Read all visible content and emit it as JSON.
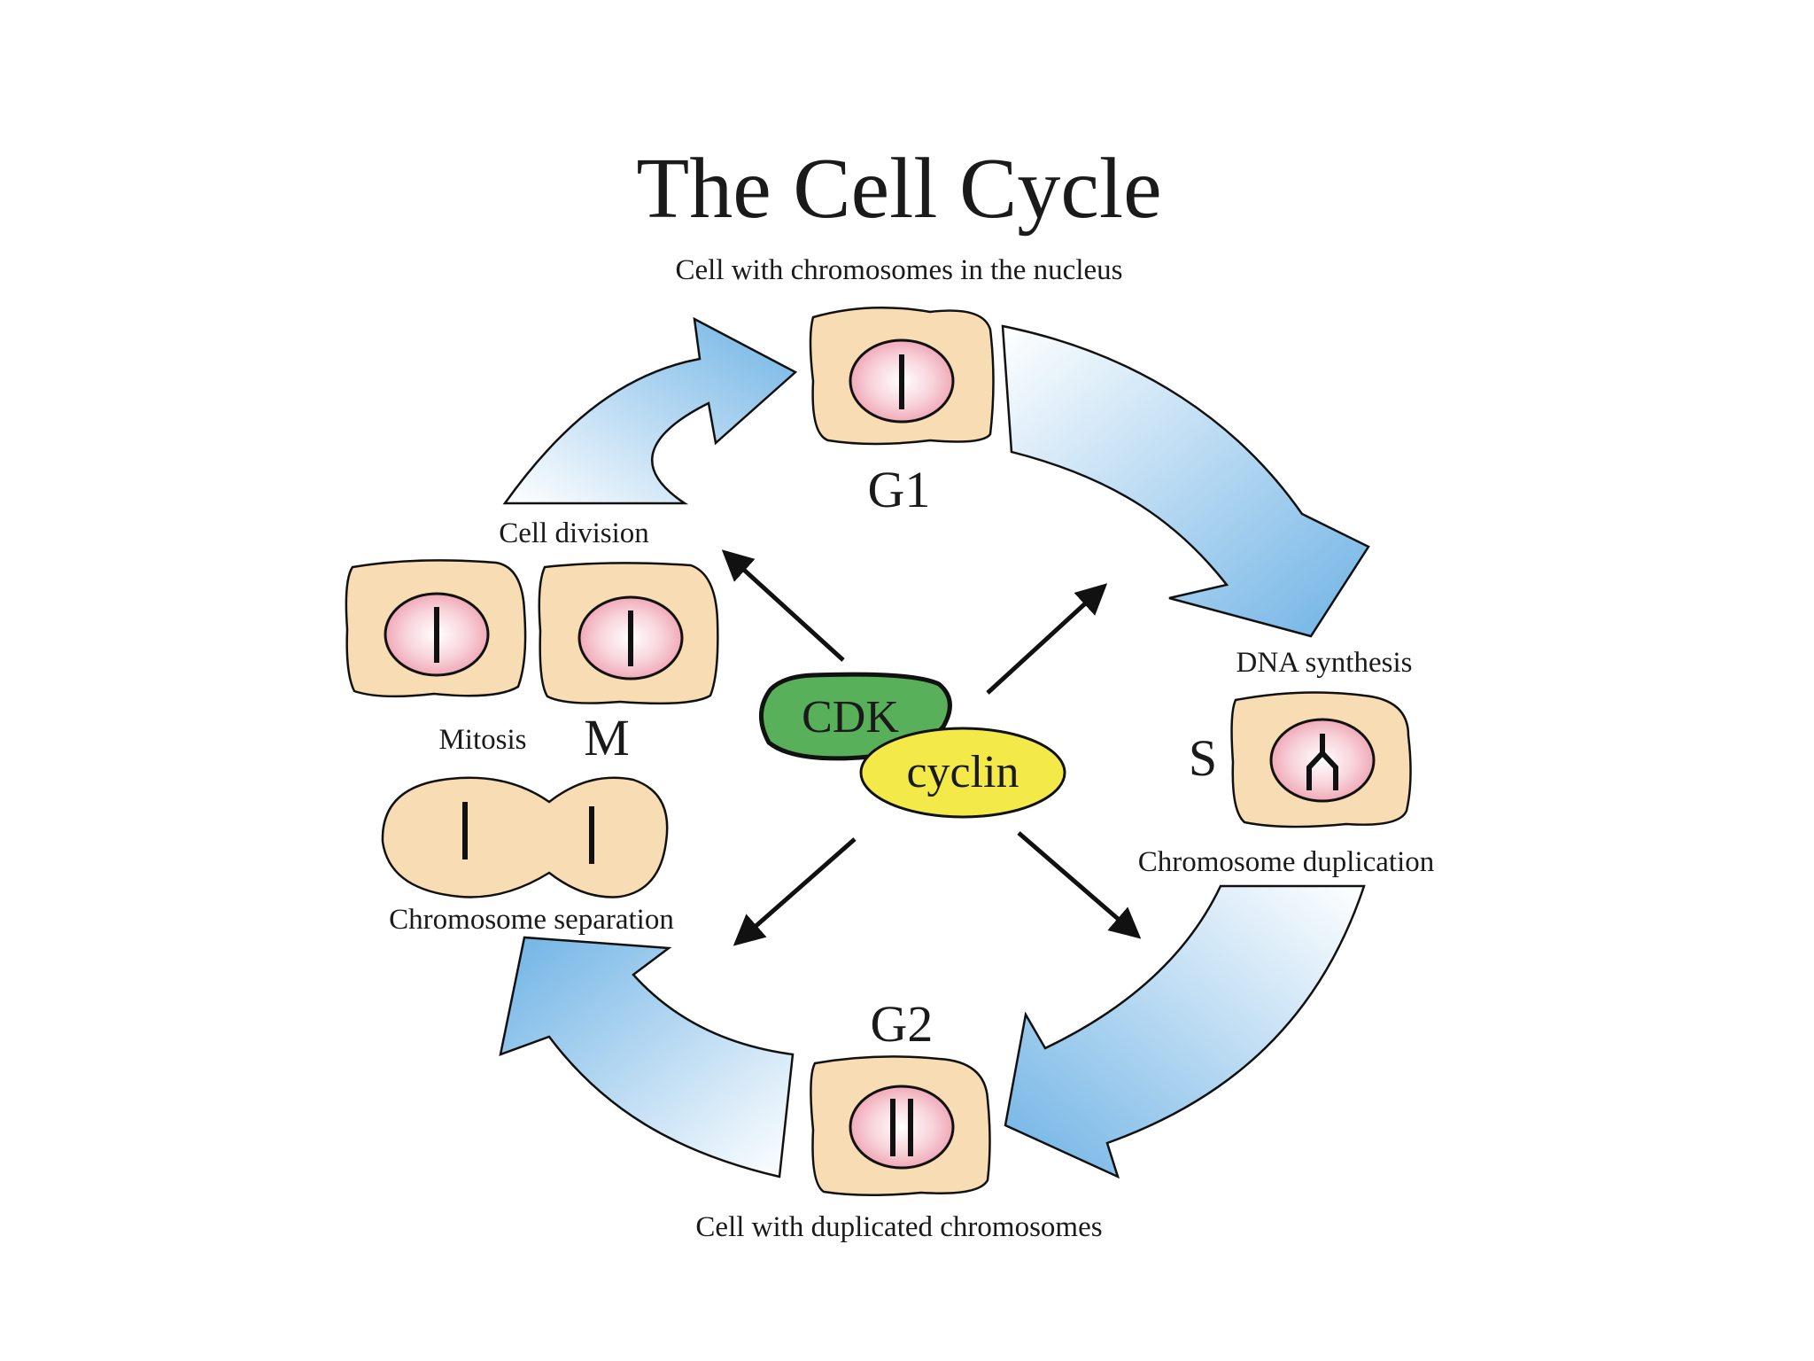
{
  "title": "The Cell Cycle",
  "labels": {
    "g1_caption": "Cell with chromosomes in the nucleus",
    "g1_phase": "G1",
    "s_caption_top": "DNA synthesis",
    "s_phase": "S",
    "s_caption_bottom": "Chromosome duplication",
    "g2_phase": "G2",
    "g2_caption": "Cell with duplicated chromosomes",
    "m_caption_top": "Cell division",
    "m_mitosis": "Mitosis",
    "m_phase": "M",
    "m_caption_bottom": "Chromosome separation"
  },
  "complex": {
    "cdk": "CDK",
    "cyclin": "cyclin"
  },
  "colors": {
    "arrow_blue": "#7fbfe9",
    "cell_fill": "#f7dcb4",
    "nucleus_fill": "#f4b6c2",
    "cdk_green": "#58b05a",
    "cyclin_yellow": "#f3ea4a"
  }
}
